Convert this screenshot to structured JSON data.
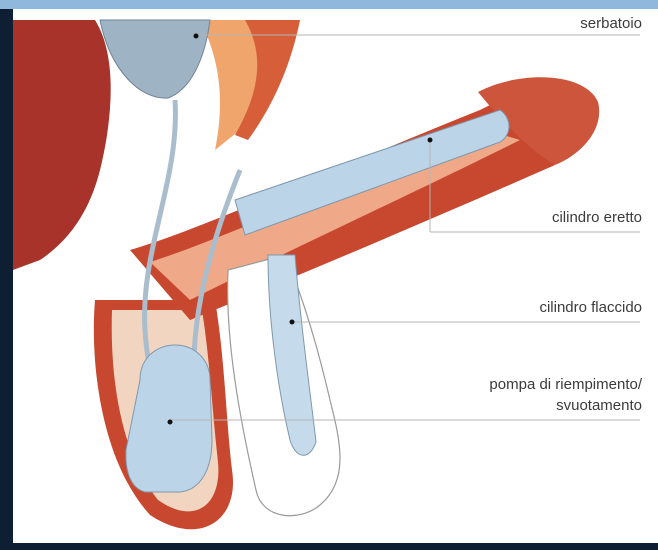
{
  "labels": {
    "reservoir": "serbatoio",
    "erect_cylinder": "cilindro eretto",
    "flaccid_cylinder": "cilindro flaccido",
    "pump_line1": "pompa di riempimento/",
    "pump_line2": "svuotamento"
  },
  "colors": {
    "skin": "#c8482f",
    "tissue_light": "#f2b07a",
    "device_blue": "#b9d3e6",
    "frame_dark": "#0f1f33",
    "frame_top": "#8fb8dc"
  }
}
